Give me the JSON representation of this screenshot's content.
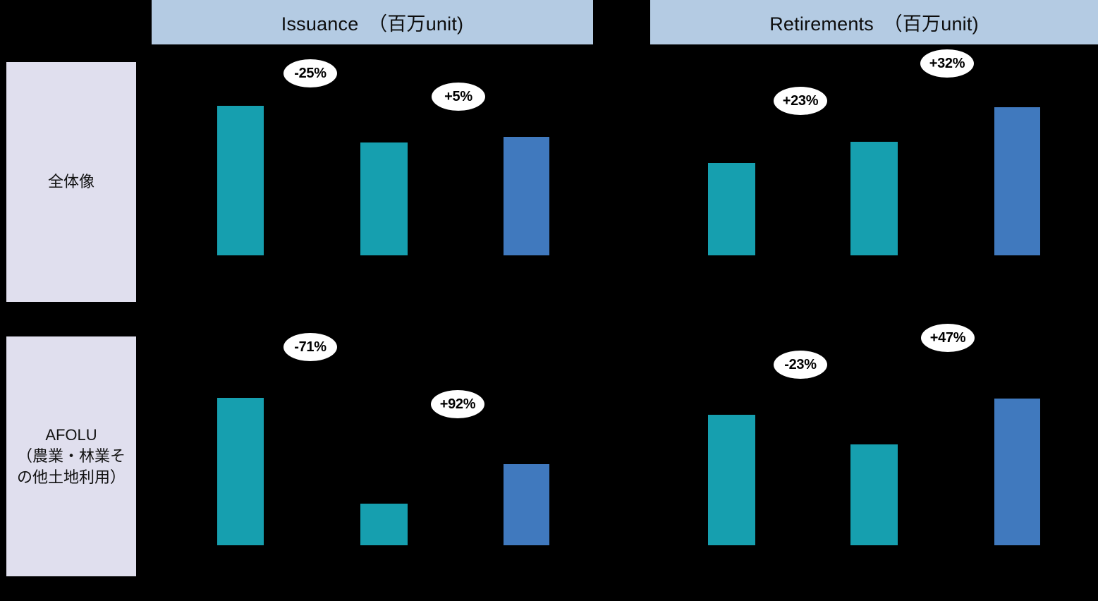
{
  "headers": {
    "issuance": "Issuance　（百万unit)",
    "retirements": "Retirements　（百万unit)"
  },
  "rows": [
    {
      "key": "overall",
      "label_line1": "全体像",
      "label_line2": "",
      "label_line3": ""
    },
    {
      "key": "afolu",
      "label_line1": "AFOLU",
      "label_line2": "（農業・林業そ",
      "label_line3": "の他土地利用）"
    }
  ],
  "badges": {
    "overall_issuance_1": "-25%",
    "overall_issuance_2": "+5%",
    "overall_retirements_1": "+23%",
    "overall_retirements_2": "+32%",
    "afolu_issuance_1": "-71%",
    "afolu_issuance_2": "+92%",
    "afolu_retirements_1": "-23%",
    "afolu_retirements_2": "+47%"
  },
  "colors": {
    "teal": "#169faf",
    "blue": "#4079be",
    "header_band": "#b4cbe3",
    "row_label_panel": "#e0dfee",
    "background": "#000000",
    "badge_fill": "#ffffff"
  },
  "chart_data": [
    {
      "type": "bar",
      "title": "Issuance　（百万unit)",
      "row": "全体像",
      "panel": "issuance-overall",
      "categories": [
        "bar-1",
        "bar-2",
        "bar-3"
      ],
      "values": [
        212,
        160,
        168
      ],
      "series": [
        {
          "name": "teal",
          "values": [
            212,
            160,
            null
          ]
        },
        {
          "name": "blue",
          "values": [
            null,
            null,
            168
          ]
        }
      ],
      "bar_colors": [
        "#169faf",
        "#169faf",
        "#4079be"
      ],
      "annotations": [
        "-25%",
        "+5%"
      ],
      "xlabel": "",
      "ylabel": "百万unit",
      "grid": false,
      "legend": "none"
    },
    {
      "type": "bar",
      "title": "Retirements　（百万unit)",
      "row": "全体像",
      "panel": "retirements-overall",
      "categories": [
        "bar-1",
        "bar-2",
        "bar-3"
      ],
      "values": [
        131,
        161,
        210
      ],
      "series": [
        {
          "name": "teal",
          "values": [
            131,
            161,
            null
          ]
        },
        {
          "name": "blue",
          "values": [
            null,
            null,
            210
          ]
        }
      ],
      "bar_colors": [
        "#169faf",
        "#169faf",
        "#4079be"
      ],
      "annotations": [
        "+23%",
        "+32%"
      ],
      "xlabel": "",
      "ylabel": "百万unit",
      "grid": false,
      "legend": "none"
    },
    {
      "type": "bar",
      "title": "Issuance　（百万unit)",
      "row": "AFOLU（農業・林業その他土地利用）",
      "panel": "issuance-afolu",
      "categories": [
        "bar-1",
        "bar-2",
        "bar-3"
      ],
      "values": [
        209,
        59,
        115
      ],
      "series": [
        {
          "name": "teal",
          "values": [
            209,
            59,
            null
          ]
        },
        {
          "name": "blue",
          "values": [
            null,
            null,
            115
          ]
        }
      ],
      "bar_colors": [
        "#169faf",
        "#169faf",
        "#4079be"
      ],
      "annotations": [
        "-71%",
        "+92%"
      ],
      "xlabel": "",
      "ylabel": "百万unit",
      "grid": false,
      "legend": "none"
    },
    {
      "type": "bar",
      "title": "Retirements　（百万unit)",
      "row": "AFOLU（農業・林業その他土地利用）",
      "panel": "retirements-afolu",
      "categories": [
        "bar-1",
        "bar-2",
        "bar-3"
      ],
      "values": [
        185,
        143,
        208
      ],
      "series": [
        {
          "name": "teal",
          "values": [
            185,
            143,
            null
          ]
        },
        {
          "name": "blue",
          "values": [
            null,
            null,
            208
          ]
        }
      ],
      "bar_colors": [
        "#169faf",
        "#169faf",
        "#4079be"
      ],
      "annotations": [
        "-23%",
        "+47%"
      ],
      "xlabel": "",
      "ylabel": "百万unit",
      "grid": false,
      "legend": "none"
    }
  ]
}
